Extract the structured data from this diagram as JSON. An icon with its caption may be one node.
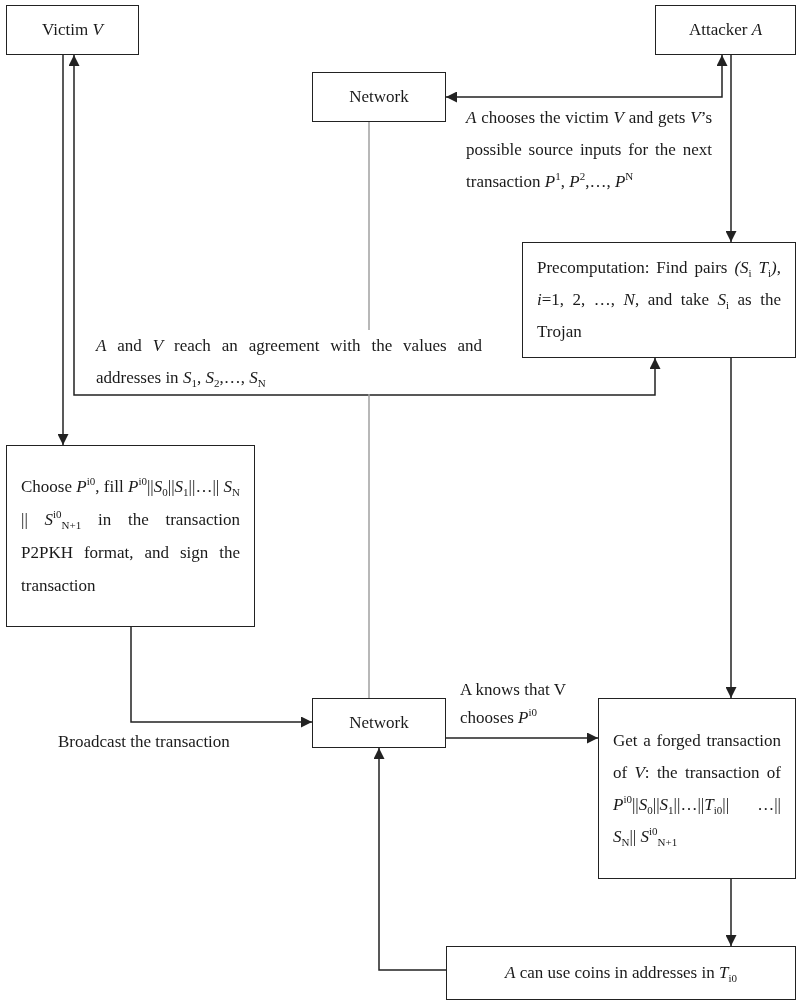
{
  "diagram": {
    "nodes": [
      {
        "text": [
          "Victim *V*"
        ]
      },
      {
        "text": [
          "Attacker *A*"
        ]
      },
      {
        "text": [
          "Network"
        ]
      },
      {
        "text": [
          "Precomputation: Find pairs *(S*$_{i}$ *T*$_{i}$*)*, *i*=1, 2, …, *N*, and take *S*$_{i}$ as the Trojan"
        ]
      },
      {
        "text": [
          "Choose *P*$^{i0}$, fill *P*$^{i0}$||*S*$_{0}$||*S*$_{1}$||…|| *S*$_{N}$ || *S*$^{i0}$$_{N+1}$ in the transaction P2PKH format, and sign the transaction"
        ]
      },
      {
        "text": [
          "Network"
        ]
      },
      {
        "text": [
          "Get a forged transaction of *V*: the transaction of *P*$^{i0}$||*S*$_{0}$||*S*$_{1}$||…||*T*$_{i0}$|| …|| *S*$_{N}$|| *S*$^{i0}$$_{N+1}$"
        ]
      },
      {
        "text": [
          "*A* can use coins in addresses in *T*$_{i0}$"
        ]
      }
    ],
    "edges": [
      {
        "from": 1,
        "to": 2,
        "arrow": "both",
        "label": "*A* chooses the victim *V* and gets *V*’s possible source inputs for the next transaction *P*$^{1}$, *P*$^{2}$,…, *P*$^{N}$"
      },
      {
        "from": 1,
        "to": 3,
        "arrow": "to"
      },
      {
        "from": 0,
        "to": 3,
        "arrow": "both",
        "label": "*A* and *V* reach an agreement with the values and addresses in *S*$_{1}$, *S*$_{2}$,…, *S*$_{N}$"
      },
      {
        "from": 0,
        "to": 4,
        "arrow": "to"
      },
      {
        "from": 4,
        "to": 5,
        "arrow": "to",
        "label": "Broadcast the transaction"
      },
      {
        "from": 2,
        "to": 5,
        "arrow": "none",
        "color": "#a0a0a0"
      },
      {
        "from": 3,
        "to": 6,
        "arrow": "to"
      },
      {
        "from": 5,
        "to": 6,
        "arrow": "to",
        "label": "A knows that V chooses *P*$^{i0}$"
      },
      {
        "from": 6,
        "to": 7,
        "arrow": "to"
      },
      {
        "from": 7,
        "to": 5,
        "arrow": "to"
      }
    ]
  }
}
